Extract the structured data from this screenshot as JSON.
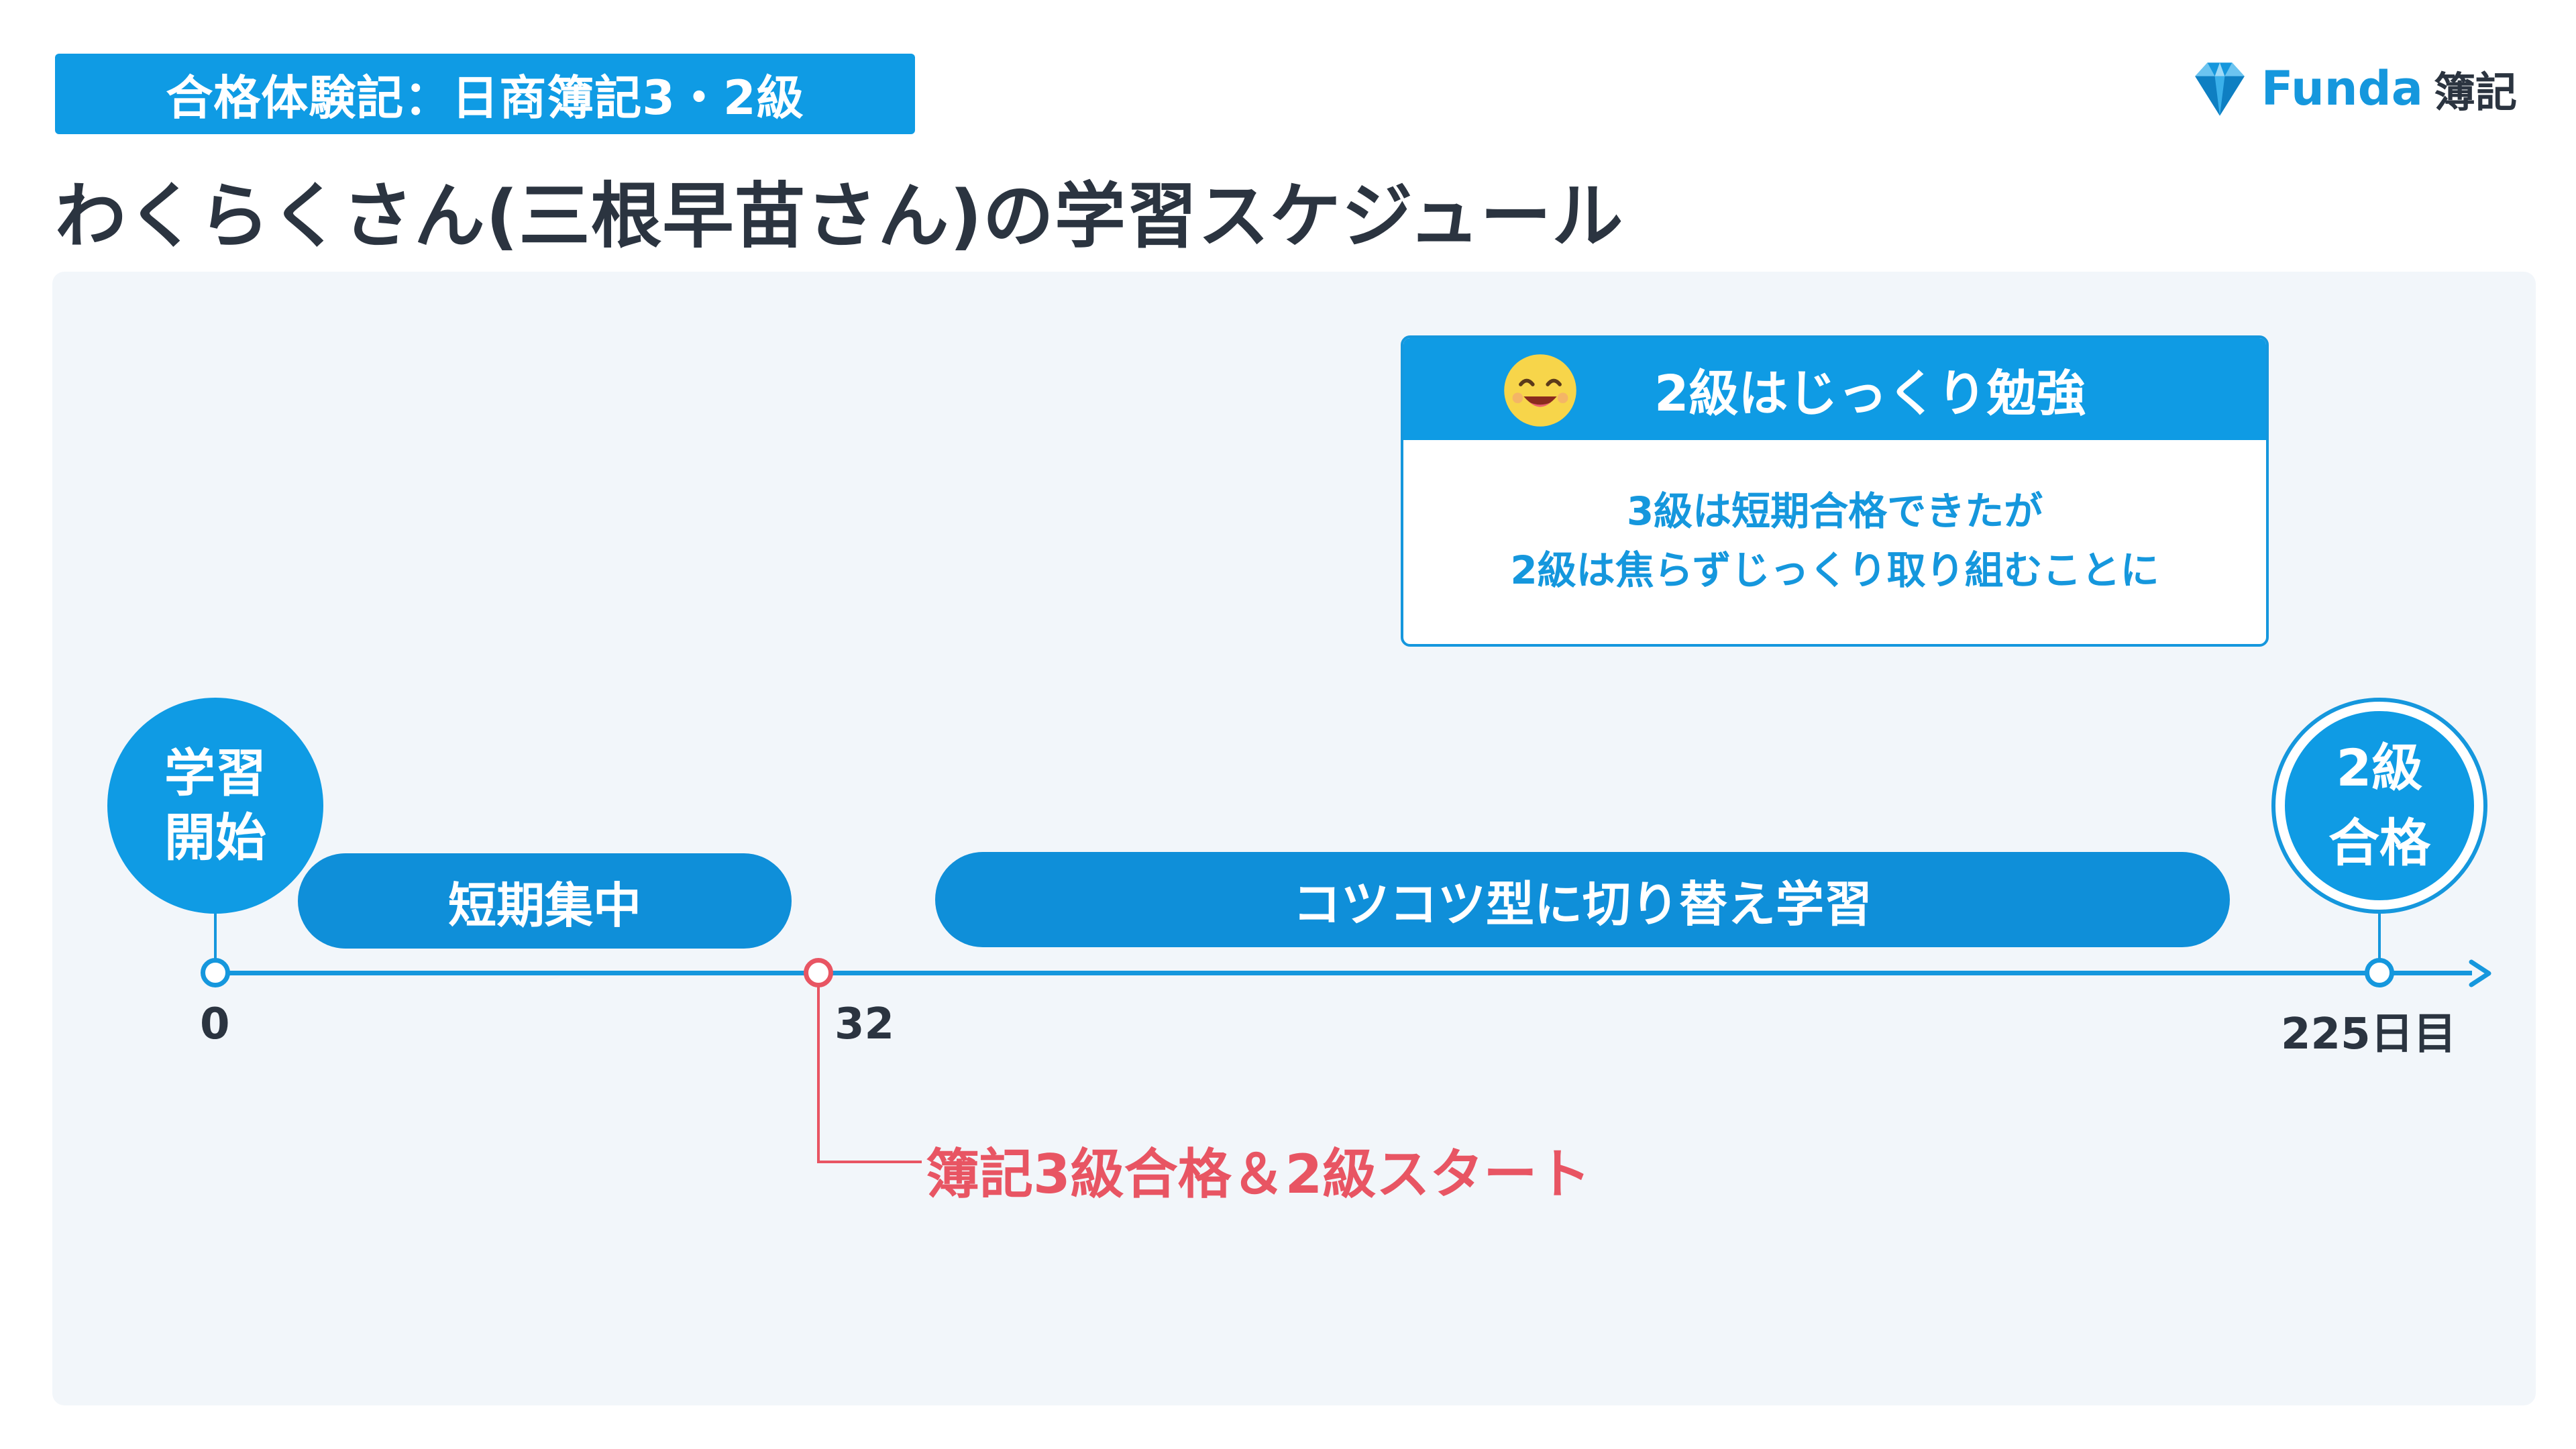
{
  "header": {
    "tag": "合格体験記：日商簿記3・2級",
    "title": "わくらくさん(三根早苗さん)の学習スケジュール"
  },
  "logo": {
    "brand": "Funda",
    "sub": "簿記",
    "icon": "gem-logo-icon"
  },
  "note": {
    "icon": "smiling-face-icon",
    "title": "2級はじっくり勉強",
    "lines": [
      "3級は短期合格できたが",
      "2級は焦らずじっくり取り組むことに"
    ]
  },
  "timeline": {
    "start_circle": [
      "学習",
      "開始"
    ],
    "end_circle": [
      "2級",
      "合格"
    ],
    "phases": [
      "短期集中",
      "コツコツ型に切り替え学習"
    ],
    "ticks": [
      "0",
      "32",
      "225日目"
    ],
    "milestone": "簿記3級合格＆2級スタート"
  },
  "colors": {
    "accent": "#0f9be4",
    "text": "#2b3440",
    "highlight": "#e85563",
    "panel": "#f2f6fa"
  }
}
